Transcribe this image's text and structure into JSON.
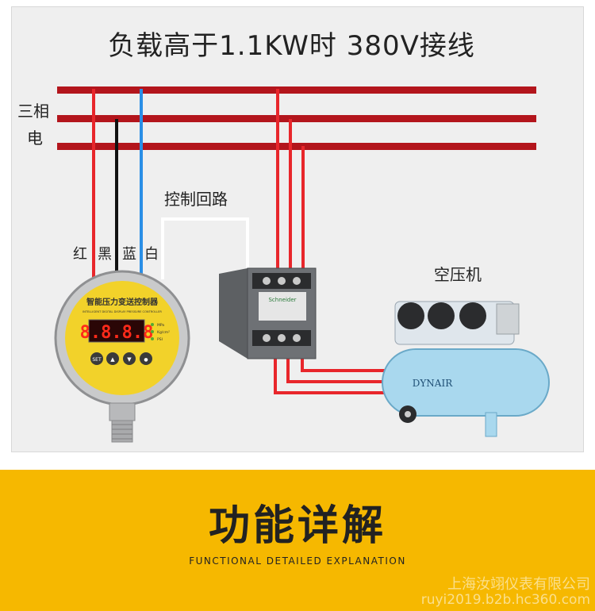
{
  "title": "负载高于1.1KW时  380V接线",
  "labels": {
    "three_phase_line1": "三相",
    "three_phase_line2": "电",
    "control_loop": "控制回路",
    "wire_red": "红",
    "wire_black": "黑",
    "wire_blue": "蓝",
    "wire_white": "白",
    "compressor": "空压机"
  },
  "controller": {
    "name": "智能压力变送控制器",
    "name_en": "INTELLIGENT DIGITAL DISPLAY PRESSURE CONTROLLER",
    "display": "8.8.8.8",
    "units": [
      "MPa",
      "Kg/cm²",
      "PSI"
    ],
    "buttons": [
      "SET",
      "▲",
      "▼",
      "●"
    ]
  },
  "contactor": {
    "brand": "Schneider"
  },
  "compressor_brand": "DYNAIR",
  "banner": {
    "heading": "功能详解",
    "subheading": "FUNCTIONAL DETAILED EXPLANATION"
  },
  "watermark": {
    "line1": "上海汝翊仪表有限公司",
    "line2": "ruyi2019.b2b.hc360.com"
  },
  "colors": {
    "bus": "#b3151c",
    "red_wire": "#e8262b",
    "blue_wire": "#2a8ee6",
    "banner": "#f6b800"
  }
}
